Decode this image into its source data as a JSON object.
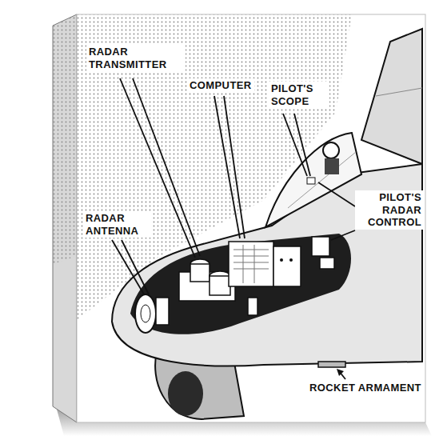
{
  "diagram": {
    "labels": [
      "RADAR TRANSMITTER",
      "COMPUTER",
      "PILOT'S SCOPE",
      "RADAR ANTENNA",
      "PILOT'S RADAR CONTROL",
      "ROCKET ARMAMENT"
    ]
  }
}
